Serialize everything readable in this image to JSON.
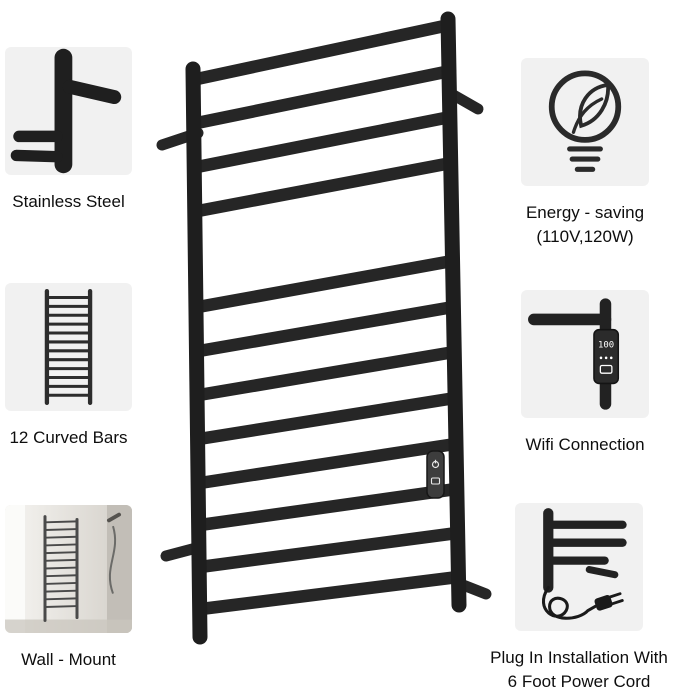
{
  "product": {
    "name": "heated towel warmer rack",
    "bar_count": 12,
    "control_panel": "on right rail"
  },
  "colors": {
    "background": "#ffffff",
    "rack": "#1e1e1e",
    "rack_bar": "#262626",
    "icon_box_bg": "#f1f1f1",
    "icon_stroke": "#2a2a2a",
    "text": "#0e0e0e",
    "panel_fill": "#3d3d3d"
  },
  "features": {
    "left": [
      {
        "id": "stainless-steel",
        "icon": "steel-tube-icon",
        "label": "Stainless Steel"
      },
      {
        "id": "curved-bars",
        "icon": "ladder-icon",
        "label": "12 Curved Bars"
      },
      {
        "id": "wall-mount",
        "icon": "bathroom-photo",
        "label": "Wall - Mount"
      }
    ],
    "right": [
      {
        "id": "energy-saving",
        "icon": "eco-bulb-icon",
        "line1": "Energy - saving",
        "line2": "(110V,120W)"
      },
      {
        "id": "wifi",
        "icon": "wifi-display-icon",
        "label": "Wifi Connection",
        "display": "100"
      },
      {
        "id": "plug-in",
        "icon": "power-cord-icon",
        "line1": "Plug In Installation With",
        "line2": "6 Foot Power Cord"
      }
    ]
  }
}
